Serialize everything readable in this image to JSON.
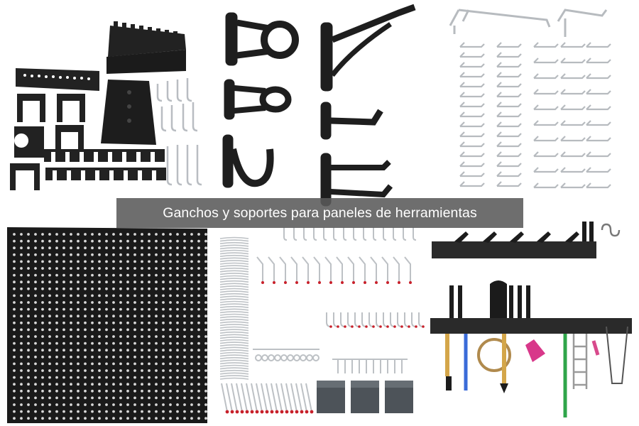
{
  "caption": "Ganchos y soportes para paneles de herramientas",
  "colors": {
    "hook_black": "#1e1e1e",
    "chrome": "#bfc3c7",
    "pegboard": "#1a1a1a",
    "red_tip": "#c8202a",
    "gray_bin": "#4d5359",
    "caption_bg": "#5a5a5a"
  },
  "panels": [
    "black-plastic-pegboard-accessories",
    "black-plastic-hooks",
    "chrome-wire-hooks",
    "black-pegboard-sheet",
    "assorted-hooks-with-bins",
    "wall-mount-garden-tool-rack"
  ]
}
